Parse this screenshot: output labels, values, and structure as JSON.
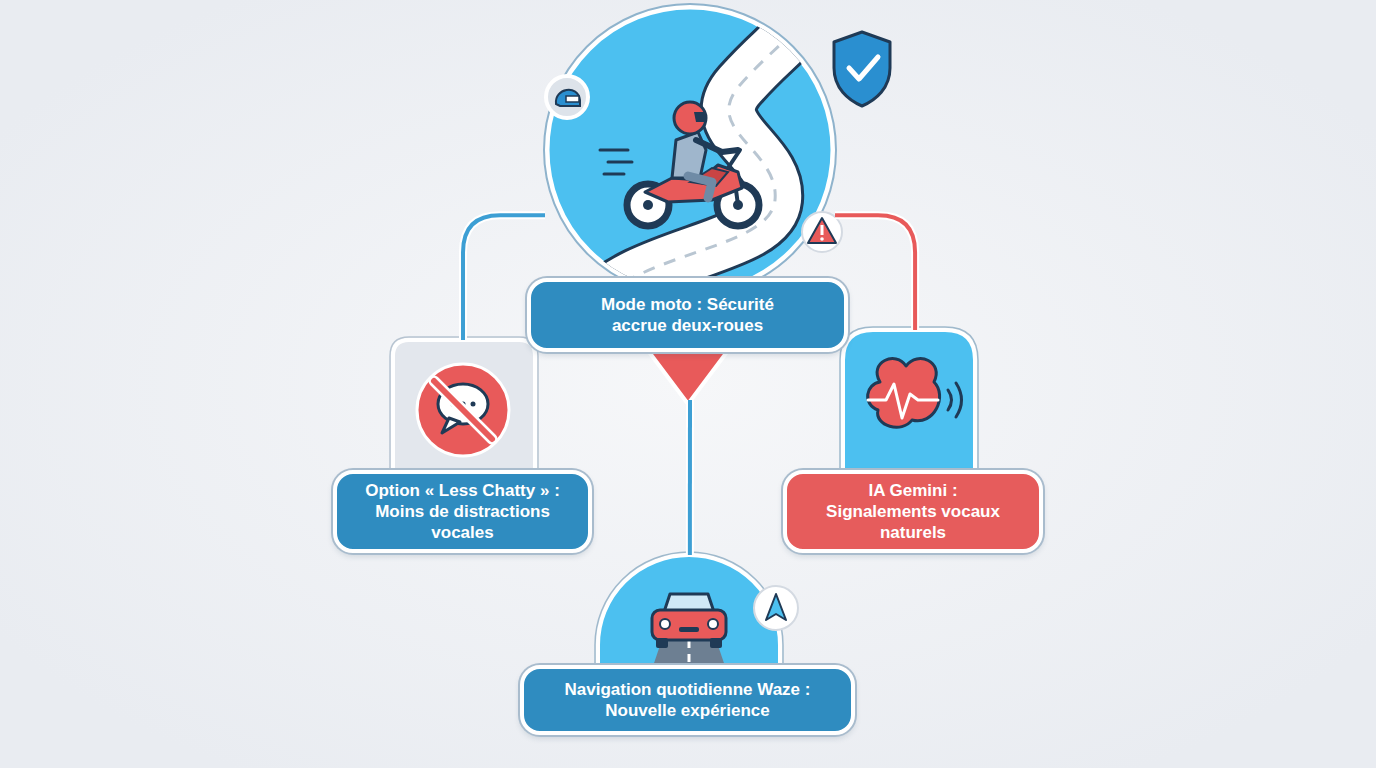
{
  "diagram": {
    "nodes": [
      {
        "text": [
          "Mode moto : Sécurité accrue deux-roues"
        ]
      },
      {
        "text": [
          "Option « Less Chatty » : Moins de distractions vocales"
        ]
      },
      {
        "text": [
          "IA Gemini : Signalements vocaux naturels"
        ]
      },
      {
        "text": [
          "Navigation quotidienne Waze : Nouvelle expérience"
        ]
      }
    ],
    "edges": [
      {
        "from": 0,
        "to": 1,
        "arrow": "none"
      },
      {
        "from": 0,
        "to": 2,
        "arrow": "none"
      },
      {
        "from": 0,
        "to": 3,
        "arrow": "none"
      }
    ]
  }
}
